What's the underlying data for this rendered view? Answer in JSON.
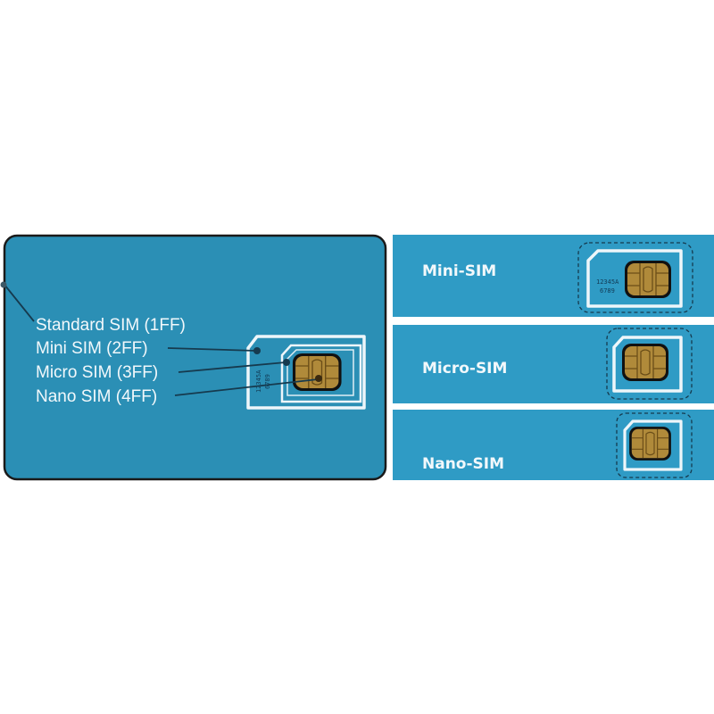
{
  "colors": {
    "card": "#2b8fb5",
    "panel": "#2f9bc5",
    "chip": "#b08a3a",
    "outline": "#163a4e"
  },
  "standard_card": {
    "labels": [
      "Standard SIM (1FF)",
      "Mini SIM (2FF)",
      "Micro SIM (3FF)",
      "Nano SIM (4FF)"
    ],
    "serial": [
      "12345A",
      "6789"
    ]
  },
  "panels": [
    {
      "label": "Mini-SIM",
      "serial": [
        "12345A",
        "6789"
      ]
    },
    {
      "label": "Micro-SIM"
    },
    {
      "label": "Nano-SIM"
    }
  ]
}
